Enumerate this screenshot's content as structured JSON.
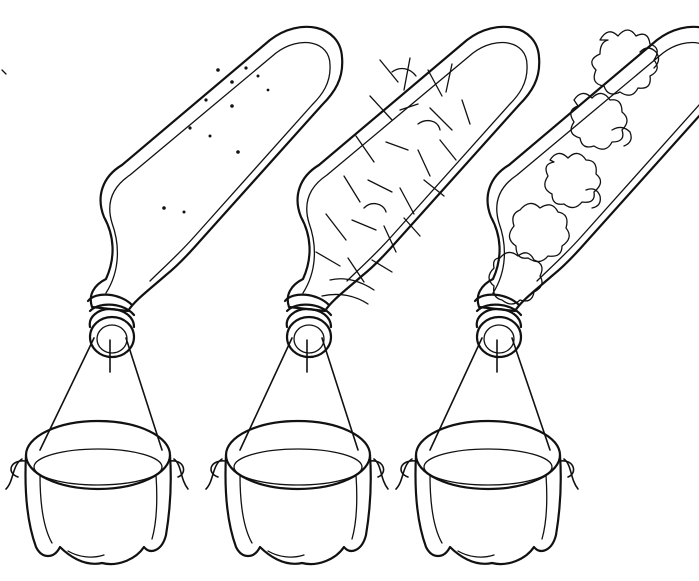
{
  "illustration": {
    "style": "black-and-white line drawing",
    "stations": [
      {
        "contents": "water",
        "icon": "water-bubbles-icon"
      },
      {
        "contents": "soil",
        "icon": "soil-chunks-icon"
      },
      {
        "contents": "plant",
        "icon": "leafy-plant-icon"
      }
    ]
  },
  "colors": {
    "ink": "#111111",
    "background": "#ffffff"
  }
}
